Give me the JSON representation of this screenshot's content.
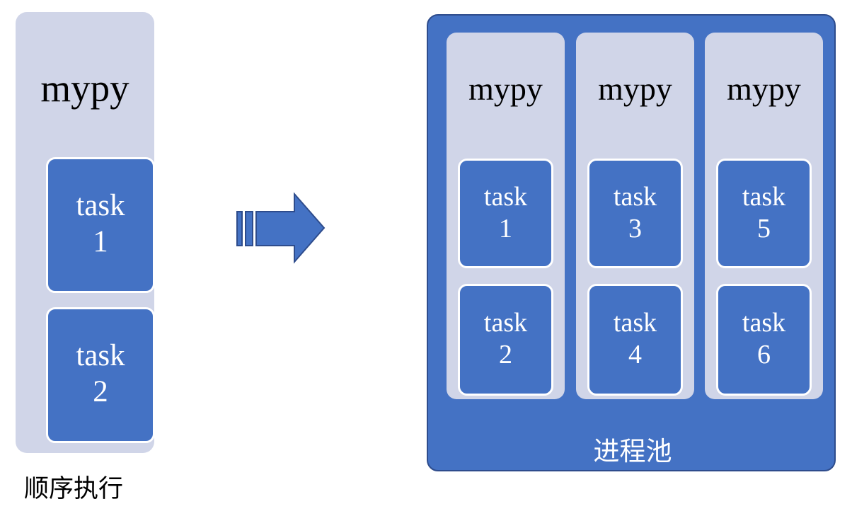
{
  "colors": {
    "accent_blue": "#4472C4",
    "lavender": "#D0D5E8",
    "dark_blue_border": "#2E4C8C",
    "box_border": "#FFFFFF",
    "text_dark": "#000000",
    "text_light": "#FFFFFF"
  },
  "sequential": {
    "title": "mypy",
    "caption": "顺序执行",
    "tasks": [
      {
        "word": "task",
        "num": "1"
      },
      {
        "word": "task",
        "num": "2"
      }
    ]
  },
  "arrow": {
    "icon": "right-arrow-icon",
    "direction": "right"
  },
  "pool": {
    "label": "进程池",
    "columns": [
      {
        "title": "mypy",
        "tasks": [
          {
            "word": "task",
            "num": "1"
          },
          {
            "word": "task",
            "num": "2"
          }
        ]
      },
      {
        "title": "mypy",
        "tasks": [
          {
            "word": "task",
            "num": "3"
          },
          {
            "word": "task",
            "num": "4"
          }
        ]
      },
      {
        "title": "mypy",
        "tasks": [
          {
            "word": "task",
            "num": "5"
          },
          {
            "word": "task",
            "num": "6"
          }
        ]
      }
    ]
  }
}
